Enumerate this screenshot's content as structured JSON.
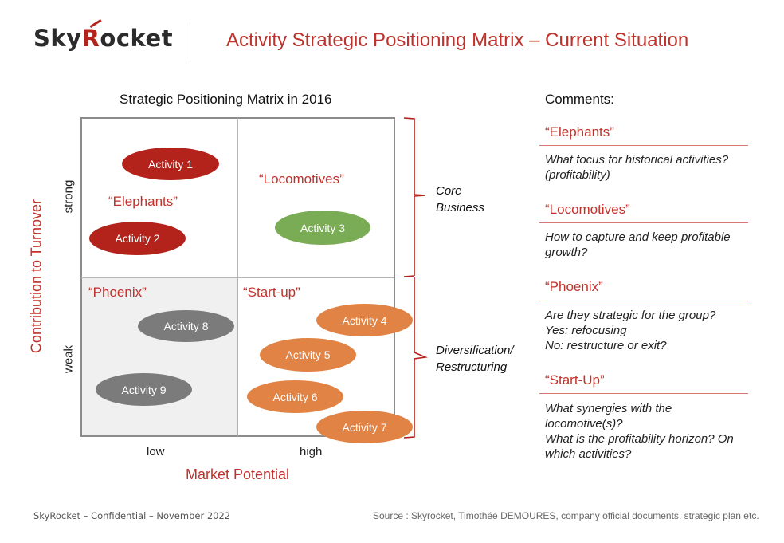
{
  "header": {
    "logo": {
      "part1": "Sky",
      "part2": "R",
      "part3": "ocket",
      "icon": "skyrocket-logo"
    },
    "title": "Activity Strategic Positioning Matrix – Current Situation"
  },
  "matrix": {
    "title": "Strategic Positioning Matrix in 2016",
    "y_axis_title": "Contribution to Turnover",
    "x_axis_title": "Market Potential",
    "y_levels": {
      "strong": "strong",
      "weak": "weak"
    },
    "x_levels": {
      "low": "low",
      "high": "high"
    },
    "quadrants": {
      "elephants": "“Elephants”",
      "locomotives": "“Locomotives”",
      "phoenix": "“Phoenix”",
      "startup": "“Start-up”"
    },
    "groups": {
      "core": {
        "line1": "Core",
        "line2": "Business"
      },
      "diversification": {
        "line1": "Diversification/",
        "line2": "Restructuring"
      }
    },
    "activities": [
      {
        "label": "Activity 1",
        "quadrant": "Elephants",
        "color": "#b3231c"
      },
      {
        "label": "Activity 2",
        "quadrant": "Elephants",
        "color": "#b3231c"
      },
      {
        "label": "Activity 3",
        "quadrant": "Locomotives",
        "color": "#7aab55"
      },
      {
        "label": "Activity 4",
        "quadrant": "Start-up",
        "color": "#e08344"
      },
      {
        "label": "Activity 5",
        "quadrant": "Start-up",
        "color": "#e08344"
      },
      {
        "label": "Activity 6",
        "quadrant": "Start-up",
        "color": "#e08344"
      },
      {
        "label": "Activity 7",
        "quadrant": "Start-up",
        "color": "#e08344"
      },
      {
        "label": "Activity 8",
        "quadrant": "Phoenix",
        "color": "#7b7b7b"
      },
      {
        "label": "Activity 9",
        "quadrant": "Phoenix",
        "color": "#7b7b7b"
      }
    ]
  },
  "comments": {
    "title": "Comments:",
    "sections": [
      {
        "heading": "“Elephants”",
        "lines": [
          "What focus for historical activities?",
          "(profitability)"
        ]
      },
      {
        "heading": "“Locomotives”",
        "lines": [
          "How to capture and keep profitable",
          "growth?"
        ]
      },
      {
        "heading": "“Phoenix”",
        "lines": [
          "Are they strategic for the group?",
          "Yes: refocusing",
          "No: restructure or exit?"
        ]
      },
      {
        "heading": "“Start-Up”",
        "lines": [
          "What synergies with the",
          "locomotive(s)?",
          "What is the profitability horizon? On",
          "which activities?"
        ]
      }
    ]
  },
  "footer": {
    "left": "SkyRocket – Confidential – November 2022",
    "right": "Source : Skyrocket, Timothée DEMOURES, company official documents, strategic plan etc."
  },
  "colors": {
    "brand_red": "#c0312b",
    "elephants": "#b3231c",
    "locomotives": "#7aab55",
    "startup": "#e08344",
    "phoenix": "#7b7b7b",
    "phoenix_bg": "#f0f0f0"
  }
}
